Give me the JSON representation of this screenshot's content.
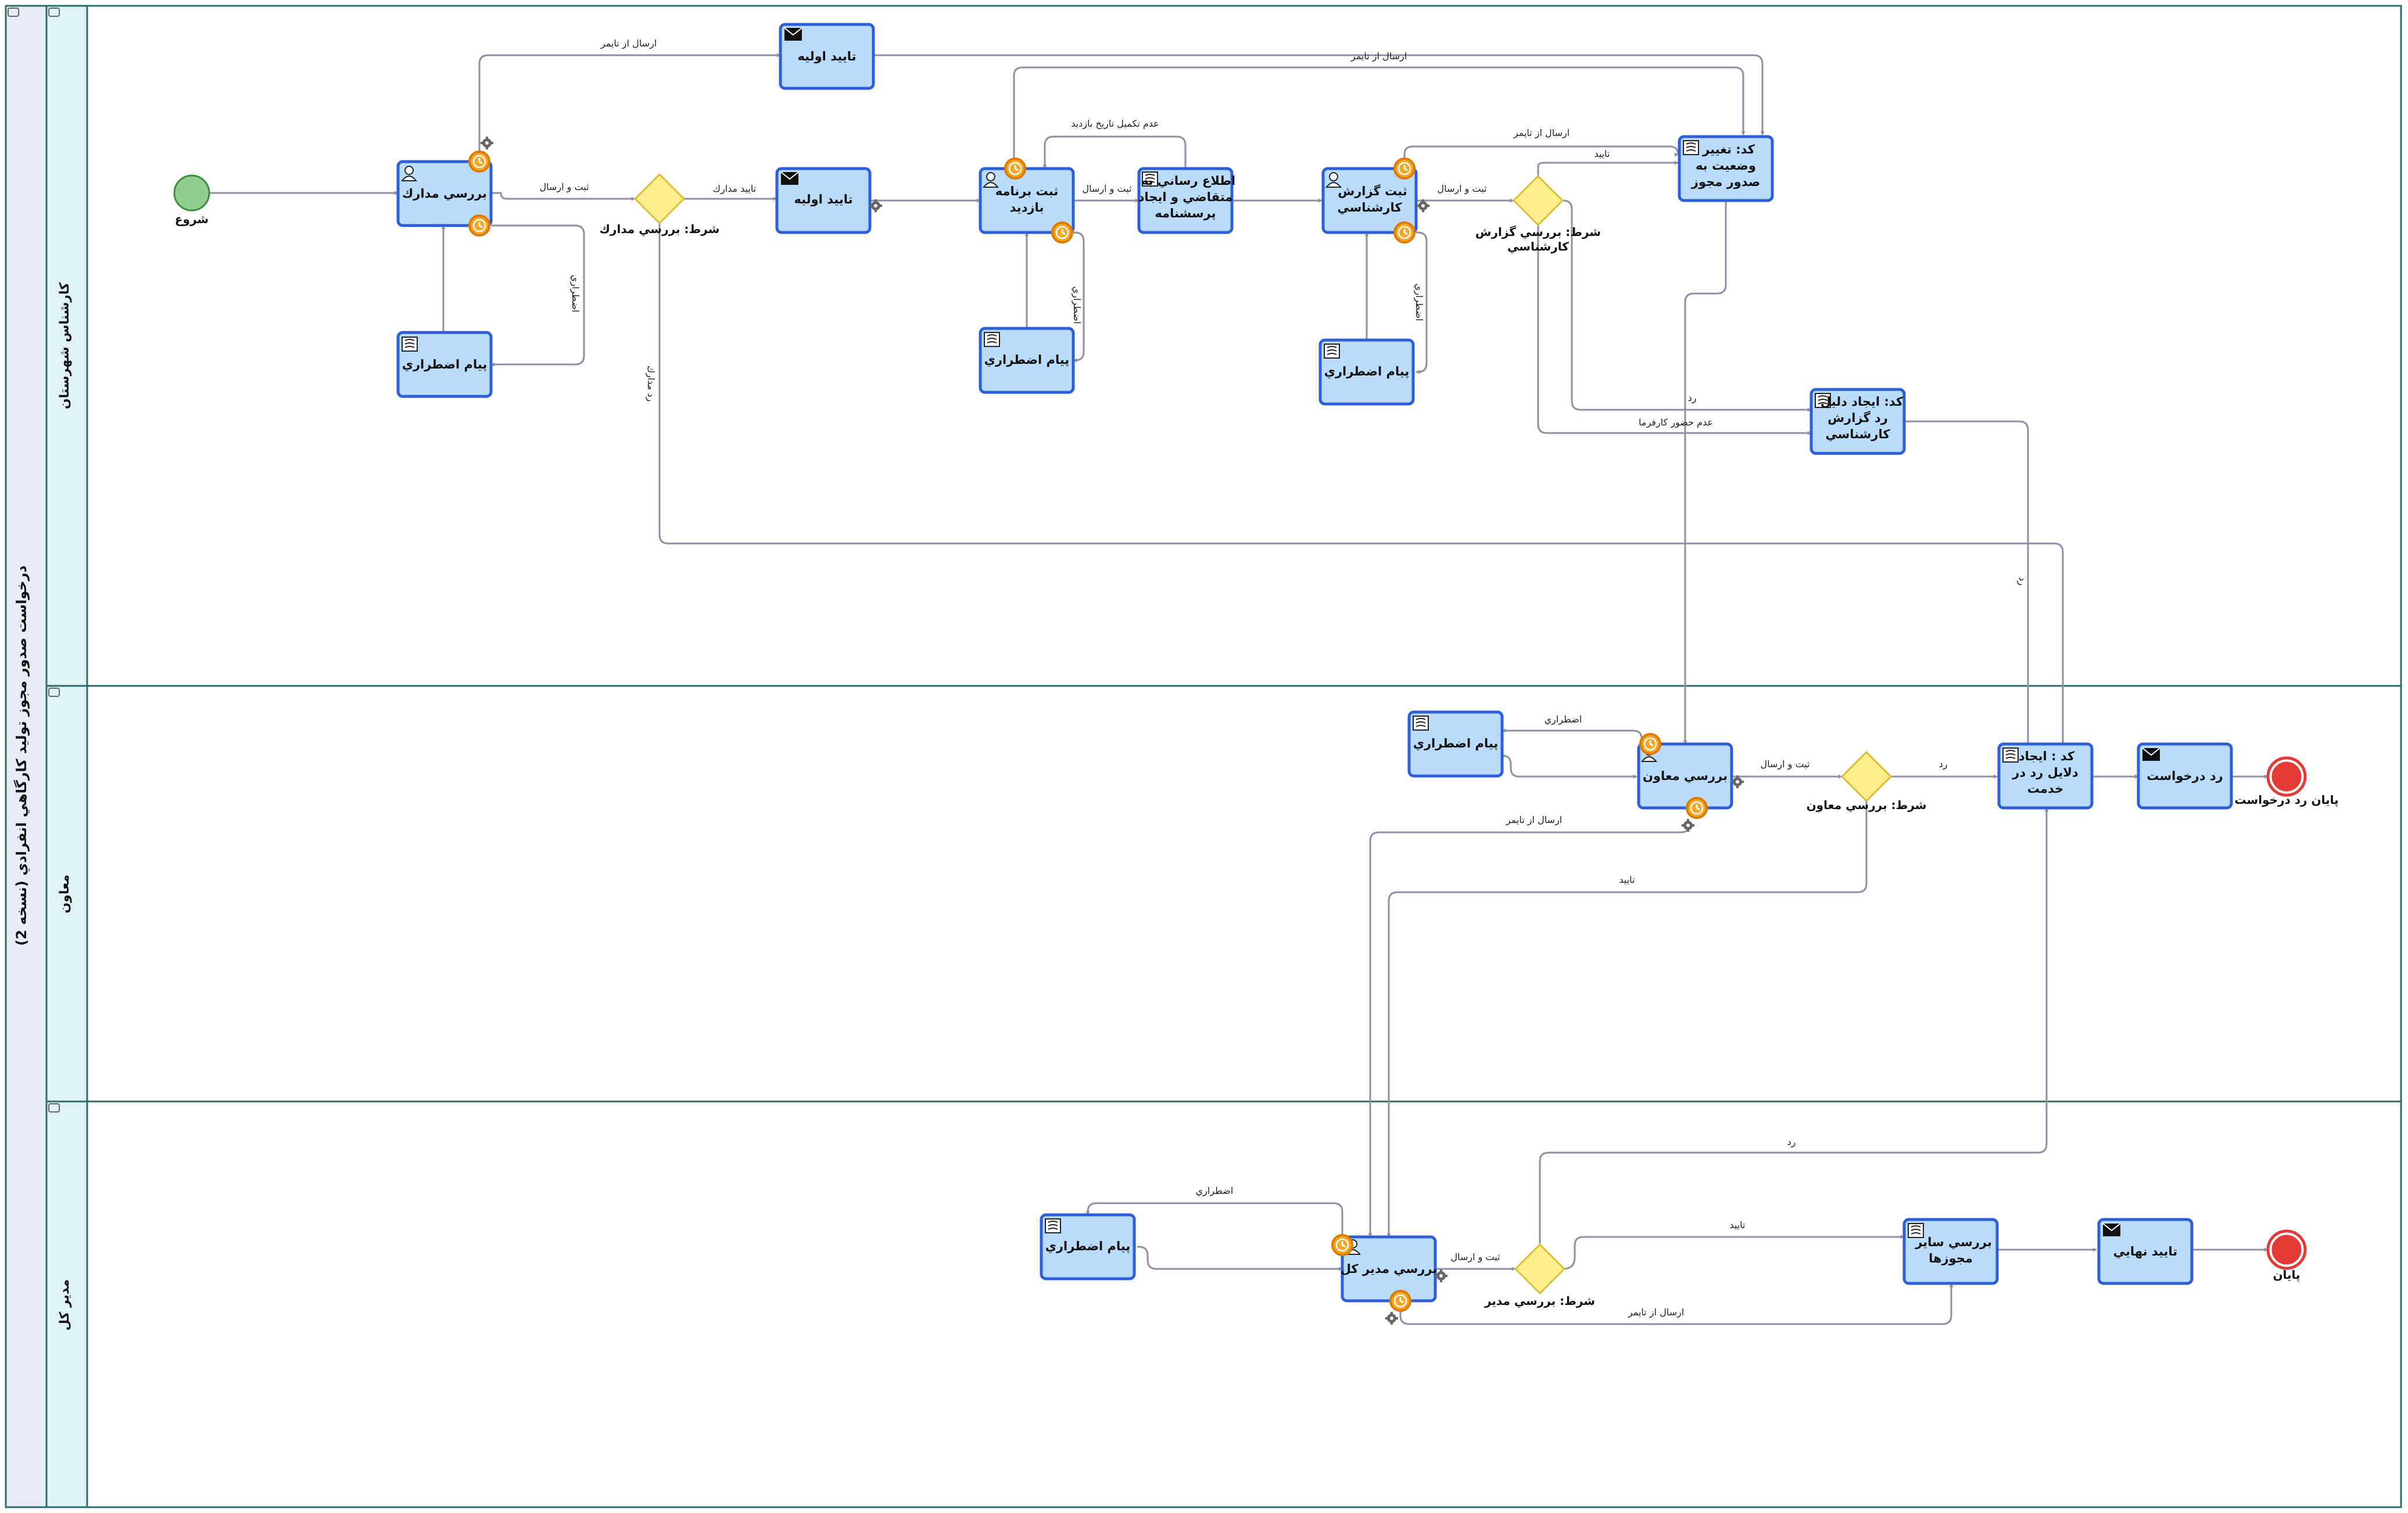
{
  "pool": {
    "title": "درخواست صدور مجوز توليد كارگاهي انفرادي (نسخه 2)"
  },
  "lanes": [
    {
      "title": "كارشناس شهرستان"
    },
    {
      "title": "معاون"
    },
    {
      "title": "مدير كل"
    }
  ],
  "events": {
    "start": "شروع",
    "end_reject": "پايان رد درخواست",
    "end": "پايان"
  },
  "tasks": {
    "review_docs": "بررسي مدارك",
    "initial_approve_top": "تاييد اوليه",
    "emergency_1": "پيام اضطراري",
    "initial_approve": "تاييد اوليه",
    "visit_schedule": [
      "ثبت برنامه",
      "بازديد"
    ],
    "notify": [
      "اطلاع رساني به",
      "متقاضي و ايجاد",
      "پرسشنامه"
    ],
    "emergency_2": "پيام اضطراري",
    "expert_report": [
      "ثبت گزارش",
      "كارشناسي"
    ],
    "emergency_3": "پيام اضطراري",
    "code_change": [
      "كد: تغيير",
      "وضعيت به",
      "صدور مجوز"
    ],
    "code_reject_report": [
      "كد: ايجاد دليل",
      "رد گزارش",
      "كارشناسي"
    ],
    "emergency_4": "پيام اضطراري",
    "deputy_review": "بررسي معاون",
    "code_reject_service": [
      "كد : ايجاد",
      "دلايل رد در",
      "خدمت"
    ],
    "reject_request": "رد درخواست",
    "emergency_5": "پيام اضطراري",
    "manager_review": "بررسي مدير كل",
    "other_permits": [
      "بررسي ساير",
      "مجوزها"
    ],
    "final_approve": "تاييد نهايي"
  },
  "gateways": {
    "docs_check": "شرط: بررسي مدارك",
    "expert_check": [
      "شرط: بررسي گزارش",
      "كارشناسي"
    ],
    "deputy_check": "شرط: بررسي معاون",
    "manager_check": "شرط: بررسي مدير"
  },
  "flow_labels": {
    "send_timer": "ارسال از تايمر",
    "register_send": "ثبت و ارسال",
    "emergency": "اضطراري",
    "docs_approve": "تاييد مدارك",
    "docs_reject": "رد مدارك",
    "not_complete": "عدم تكميل تاريخ بازديد",
    "approve": "تاييد",
    "reject": "رد",
    "no_employer": "عدم حضور كارفرما"
  },
  "colors": {
    "task_fill": "#b9dcfa",
    "task_border": "#2f5fd8",
    "start_fill": "#8fce8f",
    "end_fill": "#e53935",
    "gateway_fill": "#fdee8c",
    "lane_header": "#dff3f7",
    "pool_header": "#e8ecf7",
    "lane_border": "#2e6e6a"
  },
  "icons": [
    "user-task-icon",
    "envelope-icon",
    "script-icon",
    "timer-icon",
    "gear-icon"
  ]
}
